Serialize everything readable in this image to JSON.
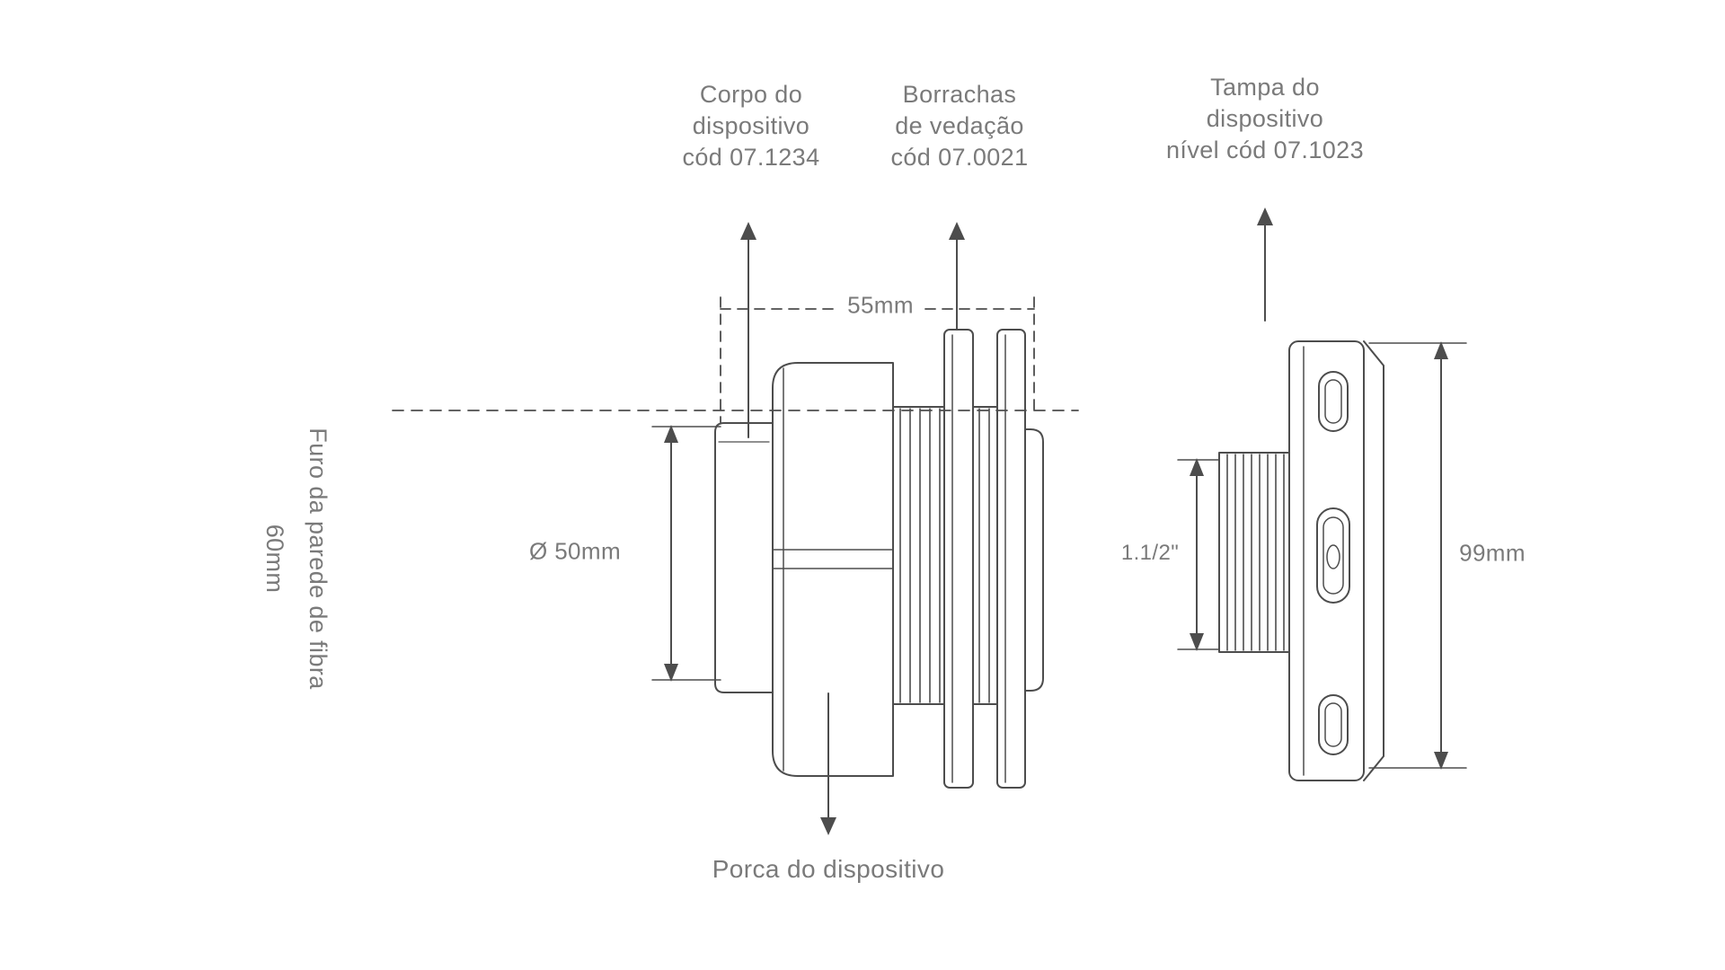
{
  "colors": {
    "line": "#4d4d4d",
    "text": "#7a7a7a"
  },
  "labels": {
    "corpo": {
      "line1": "Corpo do",
      "line2": "dispositivo",
      "line3": "cód 07.1234"
    },
    "borrachas": {
      "line1": "Borrachas",
      "line2": "de vedação",
      "line3": "cód 07.0021"
    },
    "tampa": {
      "line1": "Tampa do",
      "line2": "dispositivo",
      "line3": "nível cód 07.1023"
    },
    "porca": "Porca do dispositivo",
    "furo": {
      "line1": "Furo da parede de fibra",
      "line2": "60mm"
    }
  },
  "dimensions": {
    "top_width": "55mm",
    "hole_diameter": "Ø 50mm",
    "thread_size": "1.1/2\"",
    "cover_height": "99mm"
  }
}
